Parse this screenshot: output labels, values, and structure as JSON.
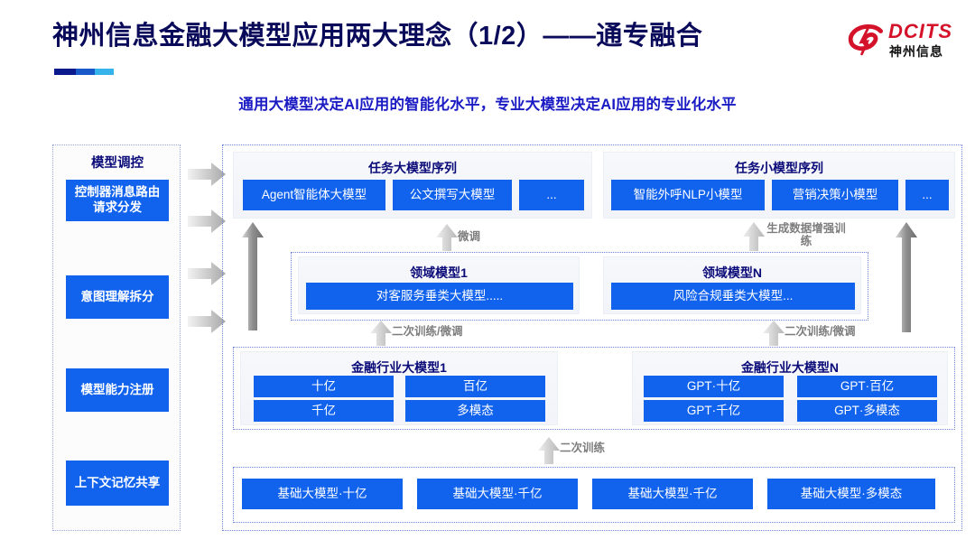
{
  "header": {
    "title": "神州信息金融大模型应用两大理念（1/2）——通专融合",
    "subtitle": "通用大模型决定AI应用的智能化水平，专业大模型决定AI应用的专业化水平",
    "logo_en": "DCITS",
    "logo_cn": "神州信息",
    "accent_blue": "#1163ee",
    "title_navy": "#0a0a5a",
    "logo_red": "#d4122a"
  },
  "control_panel": {
    "title": "模型调控",
    "items": [
      {
        "label": "控制器消息路由请求分发"
      },
      {
        "label": "意图理解拆分"
      },
      {
        "label": "模型能力注册"
      },
      {
        "label": "上下文记忆共享"
      }
    ]
  },
  "task_big": {
    "title": "任务大模型序列",
    "items": [
      "Agent智能体大模型",
      "公文撰写大模型",
      "..."
    ]
  },
  "task_small": {
    "title": "任务小模型序列",
    "items": [
      "智能外呼NLP小模型",
      "营销决策小模型",
      "..."
    ]
  },
  "domain_models": [
    {
      "title": "领域模型1",
      "item": "对客服务垂类大模型....."
    },
    {
      "title": "领域模型N",
      "item": "风险合规垂类大模型..."
    }
  ],
  "industry_models": [
    {
      "title": "金融行业大模型1",
      "items": [
        "十亿",
        "百亿",
        "千亿",
        "多模态"
      ]
    },
    {
      "title": "金融行业大模型N",
      "items": [
        "GPT·十亿",
        "GPT·百亿",
        "GPT·千亿",
        "GPT·多模态"
      ]
    }
  ],
  "base_models": [
    "基础大模型·十亿",
    "基础大模型·千亿",
    "基础大模型·千亿",
    "基础大模型·多模态"
  ],
  "arrow_labels": {
    "finetune": "微调",
    "data_aug": "生成数据增强训练",
    "retrain_finetune_left": "二次训练/微调",
    "retrain_finetune_right": "二次训练/微调",
    "retrain": "二次训练"
  }
}
